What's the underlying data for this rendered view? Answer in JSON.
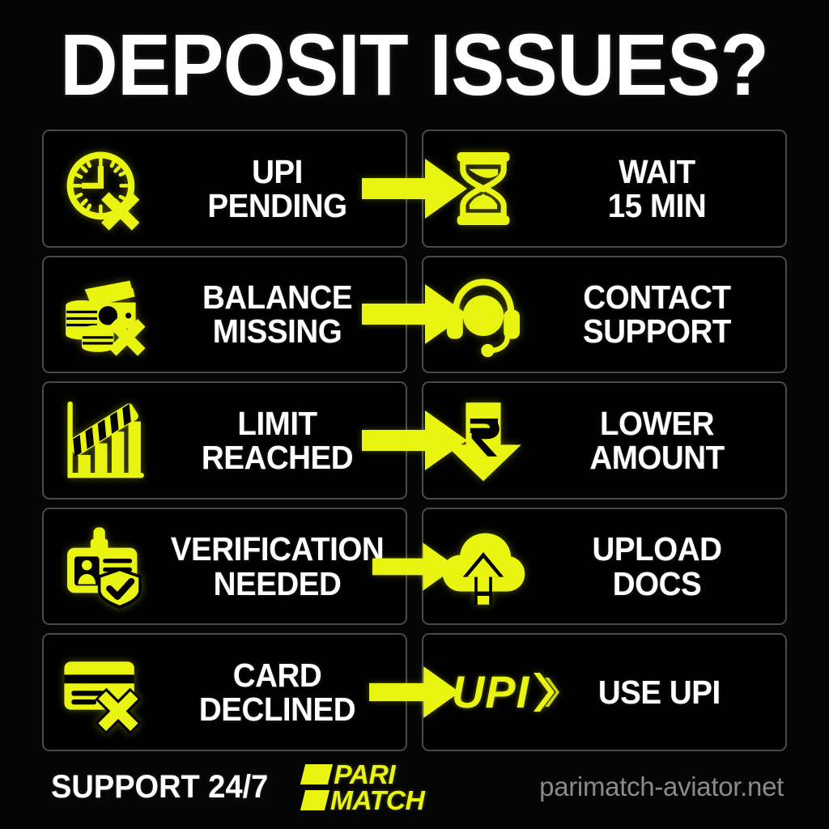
{
  "title": "DEPOSIT ISSUES?",
  "accent_color": "#E9F511",
  "text_color": "#FFFFFF",
  "background_color": "#000000",
  "card_border_color": "#4A4A4A",
  "url_color": "#8A8A8A",
  "rows": [
    {
      "problem": {
        "icon": "clock-x-icon",
        "line1": "UPI",
        "line2": "PENDING"
      },
      "connector": {
        "icon": "arrow-right-icon"
      },
      "solution": {
        "icon": "hourglass-icon",
        "line1": "WAIT",
        "line2": "15 MIN"
      }
    },
    {
      "problem": {
        "icon": "money-x-icon",
        "line1": "BALANCE",
        "line2": "MISSING"
      },
      "connector": {
        "icon": "arrow-right-icon"
      },
      "solution": {
        "icon": "headset-icon",
        "line1": "CONTACT",
        "line2": "SUPPORT"
      }
    },
    {
      "problem": {
        "icon": "bar-chart-barrier-icon",
        "line1": "LIMIT",
        "line2": "REACHED"
      },
      "connector": {
        "icon": "arrow-right-icon"
      },
      "solution": {
        "icon": "rupee-down-arrow-icon",
        "line1": "LOWER",
        "line2": "AMOUNT"
      }
    },
    {
      "problem": {
        "icon": "id-card-shield-icon",
        "line1": "VERIFICATION",
        "line2": "NEEDED"
      },
      "connector": {
        "icon": "arrow-right-icon"
      },
      "solution": {
        "icon": "cloud-upload-icon",
        "line1": "UPLOAD",
        "line2": "DOCS"
      }
    },
    {
      "problem": {
        "icon": "credit-card-x-icon",
        "line1": "CARD",
        "line2": "DECLINED"
      },
      "connector": {
        "icon": "arrow-right-icon"
      },
      "solution": {
        "icon": "upi-logo-icon",
        "logo_text": "UPI",
        "line1": "USE UPI",
        "line2": ""
      }
    }
  ],
  "footer": {
    "support": "SUPPORT 24/7",
    "brand_line1": "PARI",
    "brand_line2": "MATCH",
    "url": "parimatch-aviator.net"
  }
}
